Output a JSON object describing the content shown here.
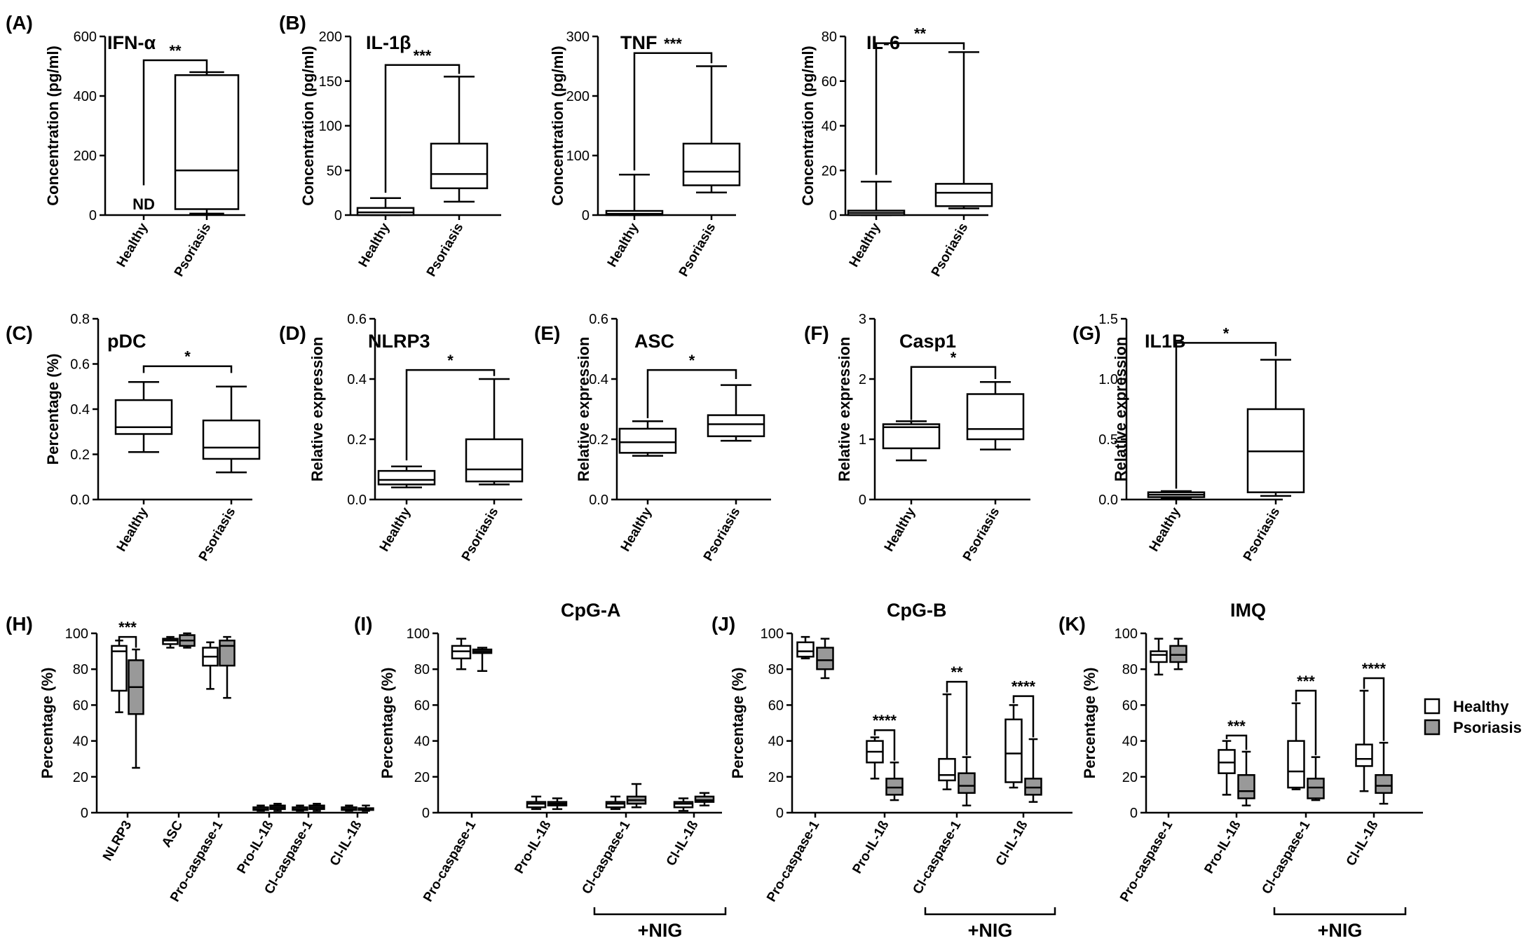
{
  "colors": {
    "healthy": "#ffffff",
    "psoriasis": "#999999",
    "stroke": "#000000"
  },
  "legend": {
    "healthy": "Healthy",
    "psoriasis": "Psoriasis"
  },
  "chart_data": [
    {
      "panel": "(A)",
      "type": "box",
      "title": "IFN-α",
      "ylabel": "Concentration (pg/ml)",
      "ylim": [
        0,
        600
      ],
      "yticks": [
        0,
        200,
        400,
        600
      ],
      "categories": [
        "Healthy",
        "Psoriasis"
      ],
      "boxes": [
        {
          "note": "ND"
        },
        {
          "min": 5,
          "q1": 20,
          "median": 150,
          "q3": 470,
          "max": 480
        }
      ],
      "sig": [
        {
          "from": 0,
          "to": 1,
          "label": "**",
          "y": 520,
          "left_bottom": 100,
          "right_bottom": 470
        }
      ]
    },
    {
      "panel": "(B)",
      "type": "box",
      "title": "IL-1β",
      "ylabel": "Concentration (pg/ml)",
      "ylim": [
        0,
        200
      ],
      "yticks": [
        0,
        50,
        100,
        150,
        200
      ],
      "categories": [
        "Healthy",
        "Psoriasis"
      ],
      "boxes": [
        {
          "min": 0,
          "q1": 0,
          "median": 3,
          "q3": 8,
          "max": 19
        },
        {
          "min": 15,
          "q1": 30,
          "median": 46,
          "q3": 80,
          "max": 155
        }
      ],
      "sig": [
        {
          "from": 0,
          "to": 1,
          "label": "***",
          "y": 168,
          "left_bottom": 25,
          "right_bottom": 158
        }
      ]
    },
    {
      "panel": "",
      "type": "box",
      "title": "TNF",
      "ylabel": "Concentration (pg/ml)",
      "ylim": [
        0,
        300
      ],
      "yticks": [
        0,
        100,
        200,
        300
      ],
      "categories": [
        "Healthy",
        "Psoriasis"
      ],
      "boxes": [
        {
          "min": 0,
          "q1": 0,
          "median": 2,
          "q3": 7,
          "max": 68
        },
        {
          "min": 38,
          "q1": 50,
          "median": 73,
          "q3": 120,
          "max": 250
        }
      ],
      "sig": [
        {
          "from": 0,
          "to": 1,
          "label": "***",
          "y": 272,
          "left_bottom": 75,
          "right_bottom": 255
        }
      ]
    },
    {
      "panel": "",
      "type": "box",
      "title": "IL-6",
      "ylabel": "Concentration (pg/ml)",
      "ylim": [
        0,
        80
      ],
      "yticks": [
        0,
        20,
        40,
        60,
        80
      ],
      "categories": [
        "Healthy",
        "Psoriasis"
      ],
      "boxes": [
        {
          "min": 0,
          "q1": 0,
          "median": 1,
          "q3": 2,
          "max": 15
        },
        {
          "min": 3,
          "q1": 4,
          "median": 10,
          "q3": 14,
          "max": 73
        }
      ],
      "sig": [
        {
          "from": 0,
          "to": 1,
          "label": "**",
          "y": 77,
          "left_bottom": 18,
          "right_bottom": 74
        }
      ]
    },
    {
      "panel": "(C)",
      "type": "box",
      "title": "pDC",
      "ylabel": "Percentage (%)",
      "ylim": [
        0,
        0.8
      ],
      "yticks": [
        0,
        0.2,
        0.4,
        0.6,
        0.8
      ],
      "ytick_labels": [
        "0.0",
        "0.2",
        "0.4",
        "0.6",
        "0.8"
      ],
      "categories": [
        "Healthy",
        "Psoriasis"
      ],
      "boxes": [
        {
          "min": 0.21,
          "q1": 0.29,
          "median": 0.32,
          "q3": 0.44,
          "max": 0.52
        },
        {
          "min": 0.12,
          "q1": 0.18,
          "median": 0.23,
          "q3": 0.35,
          "max": 0.5
        }
      ],
      "sig": [
        {
          "from": 0,
          "to": 1,
          "label": "*",
          "y": 0.59,
          "left_bottom": 0.56,
          "right_bottom": 0.56
        }
      ]
    },
    {
      "panel": "(D)",
      "type": "box",
      "title": "NLRP3",
      "ylabel": "Relative expression",
      "ylim": [
        0,
        0.6
      ],
      "yticks": [
        0,
        0.2,
        0.4,
        0.6
      ],
      "ytick_labels": [
        "0.0",
        "0.2",
        "0.4",
        "0.6"
      ],
      "categories": [
        "Healthy",
        "Psoriasis"
      ],
      "boxes": [
        {
          "min": 0.04,
          "q1": 0.05,
          "median": 0.065,
          "q3": 0.095,
          "max": 0.11
        },
        {
          "min": 0.05,
          "q1": 0.06,
          "median": 0.1,
          "q3": 0.2,
          "max": 0.4
        }
      ],
      "sig": [
        {
          "from": 0,
          "to": 1,
          "label": "*",
          "y": 0.43,
          "left_bottom": 0.13,
          "right_bottom": 0.41
        }
      ]
    },
    {
      "panel": "(E)",
      "type": "box",
      "title": "ASC",
      "ylabel": "Relative expression",
      "ylim": [
        0,
        0.6
      ],
      "yticks": [
        0,
        0.2,
        0.4,
        0.6
      ],
      "ytick_labels": [
        "0.0",
        "0.2",
        "0.4",
        "0.6"
      ],
      "categories": [
        "Healthy",
        "Psoriasis"
      ],
      "boxes": [
        {
          "min": 0.145,
          "q1": 0.155,
          "median": 0.19,
          "q3": 0.235,
          "max": 0.26
        },
        {
          "min": 0.195,
          "q1": 0.21,
          "median": 0.25,
          "q3": 0.28,
          "max": 0.38
        }
      ],
      "sig": [
        {
          "from": 0,
          "to": 1,
          "label": "*",
          "y": 0.43,
          "left_bottom": 0.27,
          "right_bottom": 0.4
        }
      ]
    },
    {
      "panel": "(F)",
      "type": "box",
      "title": "Casp1",
      "ylabel": "Relative expression",
      "ylim": [
        0,
        3
      ],
      "yticks": [
        0,
        1,
        2,
        3
      ],
      "categories": [
        "Healthy",
        "Psoriasis"
      ],
      "boxes": [
        {
          "min": 0.65,
          "q1": 0.85,
          "median": 1.2,
          "q3": 1.25,
          "max": 1.3
        },
        {
          "min": 0.83,
          "q1": 1.0,
          "median": 1.17,
          "q3": 1.75,
          "max": 1.95
        }
      ],
      "sig": [
        {
          "from": 0,
          "to": 1,
          "label": "*",
          "y": 2.2,
          "left_bottom": 1.32,
          "right_bottom": 2.0
        }
      ]
    },
    {
      "panel": "(G)",
      "type": "box",
      "title": "IL1B",
      "ylabel": "Relative expression",
      "ylim": [
        0,
        1.5
      ],
      "yticks": [
        0,
        0.5,
        1.0,
        1.5
      ],
      "ytick_labels": [
        "0.0",
        "0.5",
        "1.0",
        "1.5"
      ],
      "categories": [
        "Healthy",
        "Psoriasis"
      ],
      "boxes": [
        {
          "min": 0.01,
          "q1": 0.02,
          "median": 0.04,
          "q3": 0.06,
          "max": 0.07
        },
        {
          "min": 0.03,
          "q1": 0.06,
          "median": 0.4,
          "q3": 0.75,
          "max": 1.16
        }
      ],
      "sig": [
        {
          "from": 0,
          "to": 1,
          "label": "*",
          "y": 1.3,
          "left_bottom": 0.09,
          "right_bottom": 1.19
        }
      ]
    },
    {
      "panel": "(H)",
      "type": "box",
      "title": "",
      "ylabel": "Percentage (%)",
      "ylim": [
        0,
        100
      ],
      "yticks": [
        0,
        20,
        40,
        60,
        80,
        100
      ],
      "grouped": true,
      "categories": [
        "NLRP3",
        "ASC",
        "Pro-caspase-1",
        "Pro-IL-1ß",
        "Cl-caspase-1",
        "Cl-IL-1ß"
      ],
      "series": [
        {
          "name": "Healthy",
          "boxes": [
            {
              "min": 56,
              "q1": 68,
              "median": 90,
              "q3": 93,
              "max": 96
            },
            {
              "min": 92,
              "q1": 94,
              "median": 96,
              "q3": 97,
              "max": 98
            },
            {
              "min": 69,
              "q1": 82,
              "median": 87,
              "q3": 92,
              "max": 95
            },
            {
              "min": 1,
              "q1": 1.5,
              "median": 2,
              "q3": 3,
              "max": 4
            },
            {
              "min": 1,
              "q1": 1.5,
              "median": 2,
              "q3": 3,
              "max": 4
            },
            {
              "min": 1,
              "q1": 1.5,
              "median": 2,
              "q3": 3,
              "max": 4
            }
          ]
        },
        {
          "name": "Psoriasis",
          "boxes": [
            {
              "min": 25,
              "q1": 55,
              "median": 70,
              "q3": 85,
              "max": 91
            },
            {
              "min": 92,
              "q1": 93,
              "median": 96,
              "q3": 99,
              "max": 100
            },
            {
              "min": 64,
              "q1": 82,
              "median": 93,
              "q3": 96,
              "max": 98
            },
            {
              "min": 1,
              "q1": 2,
              "median": 3,
              "q3": 4,
              "max": 5
            },
            {
              "min": 1,
              "q1": 2,
              "median": 3,
              "q3": 4,
              "max": 5
            },
            {
              "min": 1,
              "q1": 1.5,
              "median": 2,
              "q3": 2.5,
              "max": 4
            }
          ]
        }
      ],
      "sig": [
        {
          "cat": 0,
          "label": "***",
          "y": 98,
          "left_bottom": 96,
          "right_bottom": 92
        }
      ]
    },
    {
      "panel": "(I)",
      "type": "box",
      "title": "CpG-A",
      "ylabel": "Percentage (%)",
      "ylim": [
        0,
        100
      ],
      "yticks": [
        0,
        20,
        40,
        60,
        80,
        100
      ],
      "grouped": true,
      "categories": [
        "Pro-caspase-1",
        "Pro-IL-1ß",
        "Cl-caspase-1",
        "Cl-IL-1ß"
      ],
      "series": [
        {
          "name": "Healthy",
          "boxes": [
            {
              "min": 80,
              "q1": 86,
              "median": 90,
              "q3": 93,
              "max": 97
            },
            {
              "min": 2,
              "q1": 3,
              "median": 5,
              "q3": 6,
              "max": 9
            },
            {
              "min": 2,
              "q1": 3,
              "median": 5,
              "q3": 6,
              "max": 9
            },
            {
              "min": 1,
              "q1": 3,
              "median": 5,
              "q3": 6,
              "max": 8
            }
          ]
        },
        {
          "name": "Psoriasis",
          "boxes": [
            {
              "min": 79,
              "q1": 89,
              "median": 90,
              "q3": 91,
              "max": 92
            },
            {
              "min": 2,
              "q1": 4,
              "median": 5,
              "q3": 6,
              "max": 8
            },
            {
              "min": 3,
              "q1": 5,
              "median": 7,
              "q3": 9,
              "max": 16
            },
            {
              "min": 4,
              "q1": 6,
              "median": 7,
              "q3": 9,
              "max": 11
            }
          ]
        }
      ],
      "bracket": {
        "from": 2,
        "to": 3,
        "label": "+NIG"
      }
    },
    {
      "panel": "(J)",
      "type": "box",
      "title": "CpG-B",
      "ylabel": "Percentage (%)",
      "ylim": [
        0,
        100
      ],
      "yticks": [
        0,
        20,
        40,
        60,
        80,
        100
      ],
      "grouped": true,
      "categories": [
        "Pro-caspase-1",
        "Pro-IL-1ß",
        "Cl-caspase-1",
        "Cl-IL-1ß"
      ],
      "series": [
        {
          "name": "Healthy",
          "boxes": [
            {
              "min": 86,
              "q1": 87,
              "median": 90,
              "q3": 95,
              "max": 98
            },
            {
              "min": 19,
              "q1": 28,
              "median": 34,
              "q3": 40,
              "max": 42
            },
            {
              "min": 13,
              "q1": 18,
              "median": 21,
              "q3": 30,
              "max": 66
            },
            {
              "min": 14,
              "q1": 17,
              "median": 33,
              "q3": 52,
              "max": 60
            }
          ]
        },
        {
          "name": "Psoriasis",
          "boxes": [
            {
              "min": 75,
              "q1": 80,
              "median": 85,
              "q3": 92,
              "max": 97
            },
            {
              "min": 7,
              "q1": 10,
              "median": 14,
              "q3": 19,
              "max": 28
            },
            {
              "min": 4,
              "q1": 11,
              "median": 15,
              "q3": 22,
              "max": 31
            },
            {
              "min": 6,
              "q1": 10,
              "median": 14,
              "q3": 19,
              "max": 41
            }
          ]
        }
      ],
      "sig": [
        {
          "cat": 1,
          "label": "****",
          "y": 46,
          "left_bottom": 43,
          "right_bottom": 29
        },
        {
          "cat": 2,
          "label": "**",
          "y": 73,
          "left_bottom": 67,
          "right_bottom": 32
        },
        {
          "cat": 3,
          "label": "****",
          "y": 65,
          "left_bottom": 61,
          "right_bottom": 42
        }
      ],
      "bracket": {
        "from": 2,
        "to": 3,
        "label": "+NIG"
      }
    },
    {
      "panel": "(K)",
      "type": "box",
      "title": "IMQ",
      "ylabel": "Percentage (%)",
      "ylim": [
        0,
        100
      ],
      "yticks": [
        0,
        20,
        40,
        60,
        80,
        100
      ],
      "grouped": true,
      "categories": [
        "Pro-caspase-1",
        "Pro-IL-1ß",
        "Cl-caspase-1",
        "Cl-IL-1ß"
      ],
      "series": [
        {
          "name": "Healthy",
          "boxes": [
            {
              "min": 77,
              "q1": 84,
              "median": 88,
              "q3": 90,
              "max": 97
            },
            {
              "min": 10,
              "q1": 22,
              "median": 28,
              "q3": 35,
              "max": 40
            },
            {
              "min": 13,
              "q1": 14,
              "median": 23,
              "q3": 40,
              "max": 61
            },
            {
              "min": 12,
              "q1": 26,
              "median": 30,
              "q3": 38,
              "max": 68
            }
          ]
        },
        {
          "name": "Psoriasis",
          "boxes": [
            {
              "min": 80,
              "q1": 84,
              "median": 88,
              "q3": 93,
              "max": 97
            },
            {
              "min": 4,
              "q1": 8,
              "median": 12,
              "q3": 21,
              "max": 34
            },
            {
              "min": 7,
              "q1": 8,
              "median": 14,
              "q3": 19,
              "max": 31
            },
            {
              "min": 5,
              "q1": 11,
              "median": 15,
              "q3": 21,
              "max": 39
            }
          ]
        }
      ],
      "sig": [
        {
          "cat": 1,
          "label": "***",
          "y": 43,
          "left_bottom": 41,
          "right_bottom": 35
        },
        {
          "cat": 2,
          "label": "***",
          "y": 68,
          "left_bottom": 62,
          "right_bottom": 32
        },
        {
          "cat": 3,
          "label": "****",
          "y": 75,
          "left_bottom": 69,
          "right_bottom": 40
        }
      ],
      "bracket": {
        "from": 2,
        "to": 3,
        "label": "+NIG"
      }
    }
  ]
}
